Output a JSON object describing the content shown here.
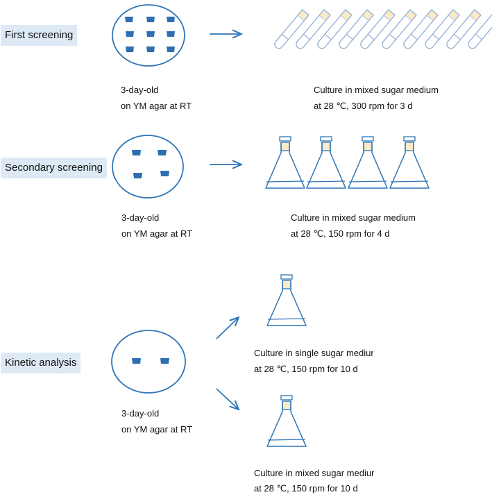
{
  "stages": {
    "first": {
      "label": "First screening",
      "plate_age": "3-day-old",
      "plate_condition": "on YM agar at RT",
      "culture_line1": "Culture in mixed sugar medium",
      "culture_line2": "at 28 ℃, 300 rpm for 3 d"
    },
    "secondary": {
      "label": "Secondary screening",
      "plate_age": "3-day-old",
      "plate_condition": "on YM agar at RT",
      "culture_line1": "Culture in mixed sugar medium",
      "culture_line2": "at 28 ℃, 150 rpm for 4 d"
    },
    "kinetic": {
      "label": "Kinetic analysis",
      "plate_age": "3-day-old",
      "plate_condition": "on YM agar at RT",
      "single_line1": "Culture in single sugar medium",
      "single_line2": "at 28 ℃, 150 rpm for 10 d",
      "mixed_line1": "Culture in mixed sugar medium",
      "mixed_line2": "at 28 ℃, 150 rpm for 10 d"
    }
  },
  "colors": {
    "outline": "#2e75b6",
    "colony": "#2e6fb2",
    "tube": "#9ab3d8",
    "stopper": "#fbe9c8",
    "label_bg": "#dde9f5"
  }
}
